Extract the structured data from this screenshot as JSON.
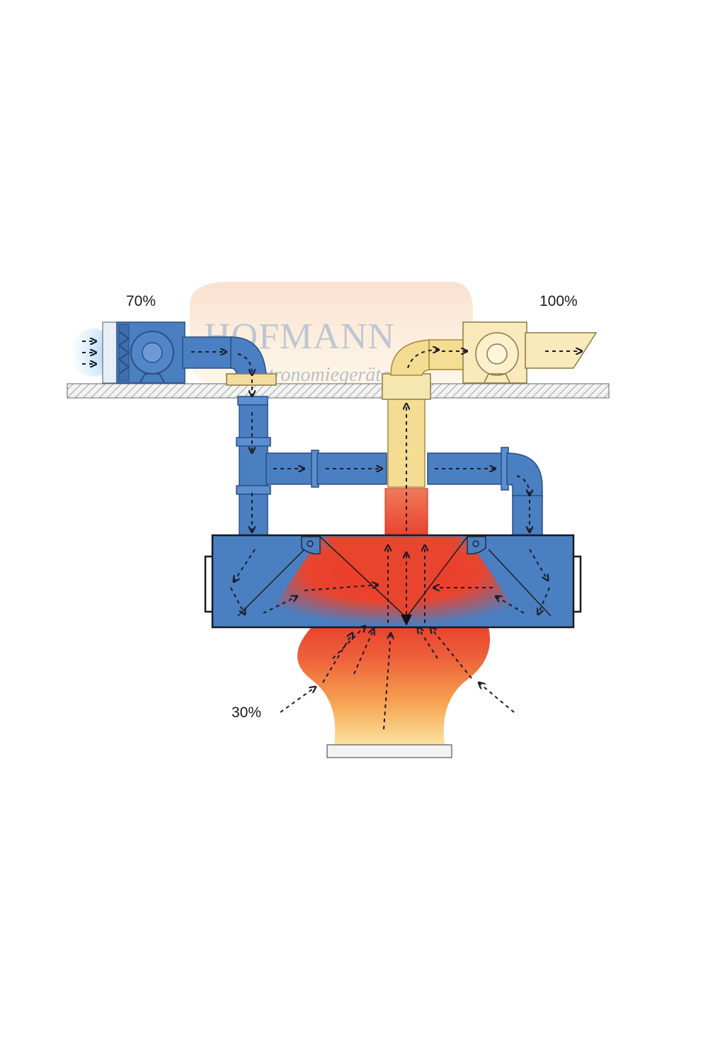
{
  "labels": {
    "supply_percent": "70%",
    "exhaust_percent": "100%",
    "induced_percent": "30%"
  },
  "watermark": {
    "title": "HOFMANN",
    "subtitle": "gastronomiegeräte"
  },
  "colors": {
    "supply_air": "#4a7fc1",
    "exhaust_air": "#f4dc93",
    "hot_air": "#e8402c",
    "heat_glow": "#f7c85a",
    "arrow": "#1c1c2c"
  }
}
